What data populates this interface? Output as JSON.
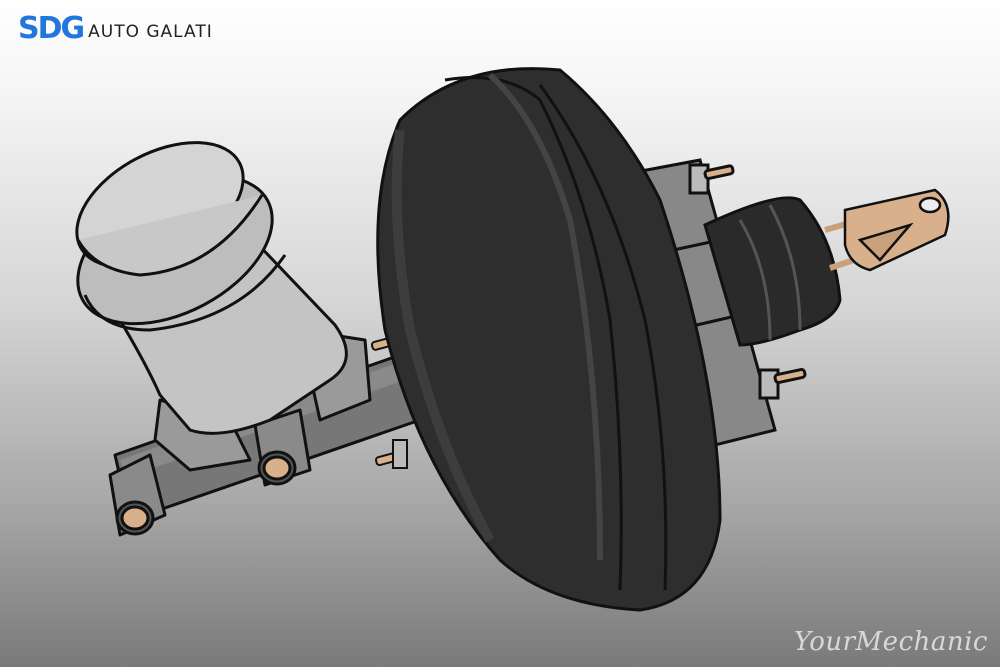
{
  "logo": {
    "brand": "SDG",
    "tagline": "AUTO GALATI",
    "brand_color": "#2277dd"
  },
  "illustration": {
    "subject": "brake booster with master cylinder",
    "components": [
      "master-cylinder-reservoir",
      "master-cylinder-body",
      "brake-booster",
      "pushrod-boot",
      "pushrod-clevis",
      "mounting-studs"
    ]
  },
  "watermark": {
    "text": "YourMechanic"
  },
  "colors": {
    "background_top": "#ffffff",
    "background_bottom": "#7a7a7a",
    "booster": "#2e2e2e",
    "reservoir": "#c8c8c8",
    "studs": "#d9b08c"
  }
}
